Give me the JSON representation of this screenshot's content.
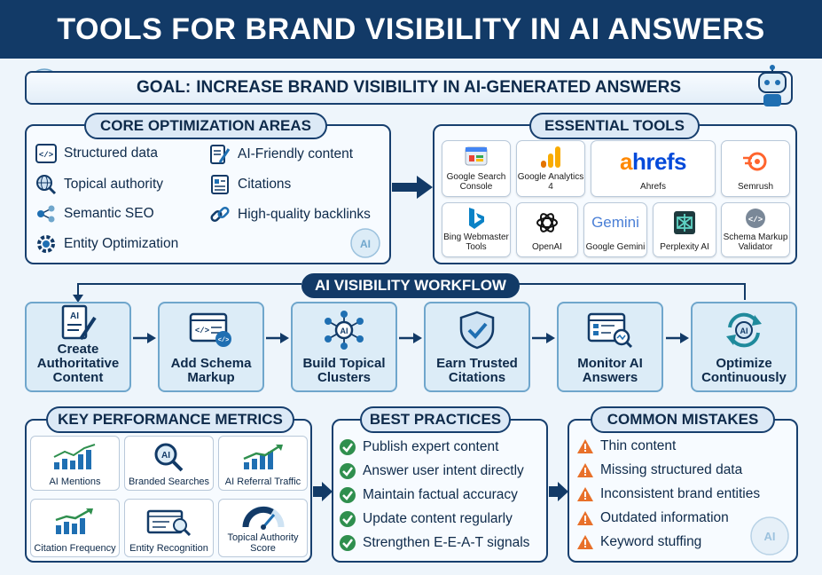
{
  "header": {
    "title": "TOOLS FOR BRAND VISIBILITY IN AI ANSWERS"
  },
  "goal": {
    "label": "GOAL:",
    "text": "INCREASE BRAND VISIBILITY IN AI-GENERATED ANSWERS",
    "badge": "AI"
  },
  "core": {
    "title": "CORE OPTIMIZATION AREAS",
    "badge": "AI",
    "items": [
      "Structured data",
      "Topical authority",
      "Semantic SEO",
      "Entity Optimization",
      "AI-Friendly content",
      "Citations",
      "High-quality backlinks"
    ]
  },
  "tools": {
    "title": "ESSENTIAL TOOLS",
    "items": [
      "Google Search Console",
      "Google Analytics 4",
      "Ahrefs",
      "Semrush",
      "Bing Webmaster Tools",
      "OpenAI",
      "Google Gemini",
      "Perplexity AI",
      "Schema Markup Validator"
    ],
    "logos": {
      "ahrefs": "ahrefs",
      "gemini": "Gemini"
    }
  },
  "workflow": {
    "title": "AI VISIBILITY WORKFLOW",
    "steps": [
      "Create Authoritative Content",
      "Add Schema Markup",
      "Build Topical Clusters",
      "Earn Trusted Citations",
      "Monitor AI Answers",
      "Optimize Continuously"
    ],
    "badges": {
      "create": "AI",
      "clusters": "AI",
      "optimize": "AI"
    }
  },
  "metrics": {
    "title": "KEY PERFORMANCE METRICS",
    "items": [
      "AI Mentions",
      "Branded Searches",
      "AI Referral Traffic",
      "Citation Frequency",
      "Entity Recognition",
      "Topical Authority Score"
    ],
    "badge": "AI"
  },
  "practices": {
    "title": "BEST PRACTICES",
    "items": [
      "Publish expert content",
      "Answer user intent directly",
      "Maintain factual accuracy",
      "Update content regularly",
      "Strengthen E-E-A-T signals"
    ]
  },
  "mistakes": {
    "title": "COMMON MISTAKES",
    "items": [
      "Thin content",
      "Missing structured data",
      "Inconsistent brand entities",
      "Outdated information",
      "Keyword stuffing"
    ],
    "badge": "AI"
  },
  "colors": {
    "navy": "#123a67",
    "accent_blue": "#1f6fb2",
    "check_green": "#2f8f4e",
    "warning_orange": "#e8702a"
  },
  "icons": {
    "core": [
      "code-icon",
      "globe-search-icon",
      "network-icon",
      "gear-icon",
      "document-pen-icon",
      "citation-doc-icon",
      "link-icon"
    ],
    "practices": "check-circle-icon",
    "mistakes": "warning-triangle-icon"
  }
}
